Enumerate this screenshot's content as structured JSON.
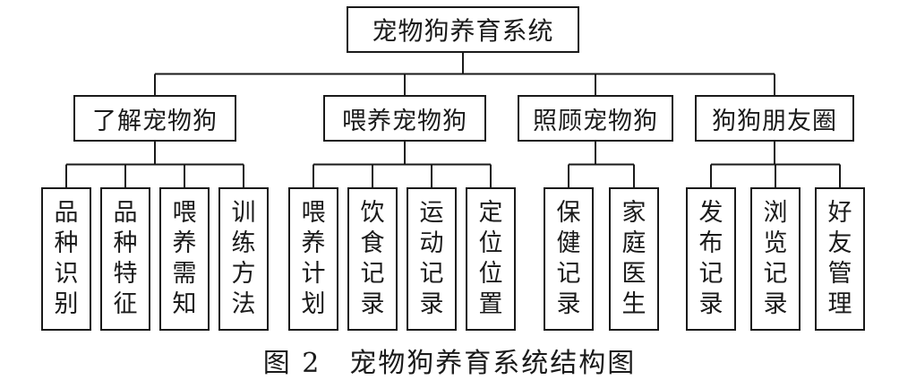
{
  "root": "宠物狗养育系统",
  "categories": [
    {
      "label": "了解宠物狗",
      "items": [
        "品种识别",
        "品种特征",
        "喂养需知",
        "训练方法"
      ]
    },
    {
      "label": "喂养宠物狗",
      "items": [
        "喂养计划",
        "饮食记录",
        "运动记录",
        "定位位置"
      ]
    },
    {
      "label": "照顾宠物狗",
      "items": [
        "保健记录",
        "家庭医生"
      ]
    },
    {
      "label": "狗狗朋友圈",
      "items": [
        "发布记录",
        "浏览记录",
        "好友管理"
      ]
    }
  ],
  "caption": "图 2　宠物狗养育系统结构图"
}
